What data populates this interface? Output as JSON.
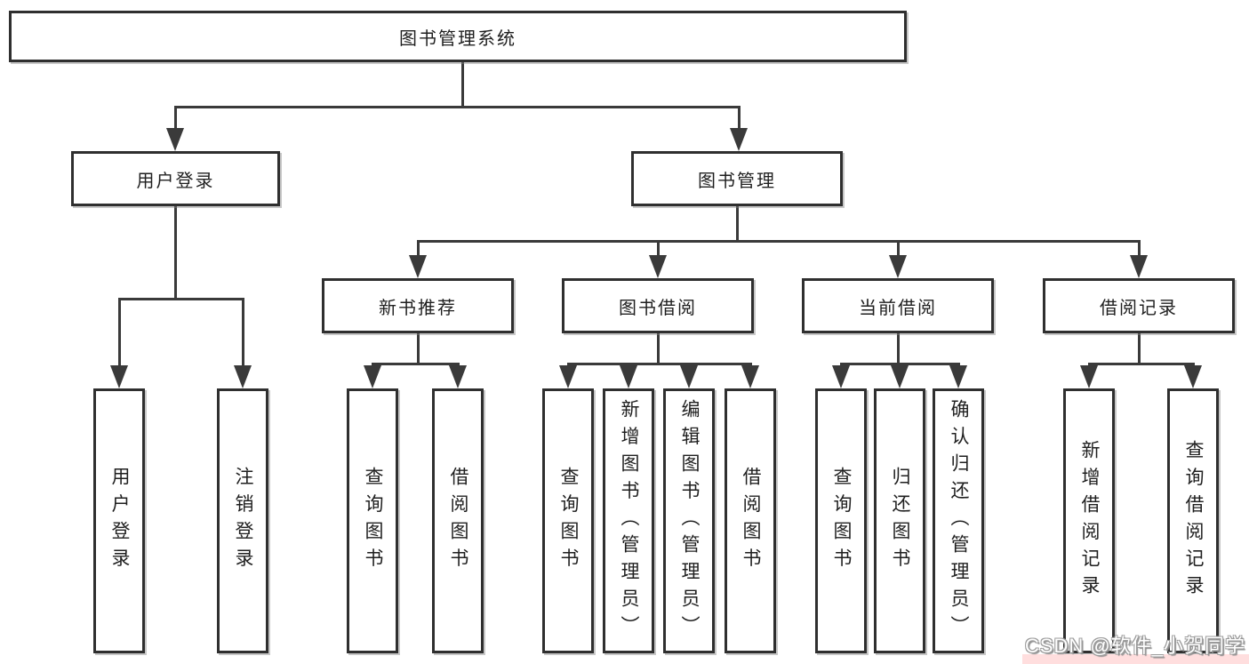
{
  "diagram": {
    "title": "图书管理系统",
    "ink_color": "#3a3a3a",
    "box_border_color": "#2f2f2f",
    "nodes": [
      {
        "id": "root",
        "label": "图书管理系统",
        "orientation": "horizontal"
      },
      {
        "id": "user-login-branch",
        "label": "用户登录",
        "orientation": "horizontal"
      },
      {
        "id": "book-mgmt",
        "label": "图书管理",
        "orientation": "horizontal"
      },
      {
        "id": "new-book-rec",
        "label": "新书推荐",
        "orientation": "horizontal"
      },
      {
        "id": "book-borrow",
        "label": "图书借阅",
        "orientation": "horizontal"
      },
      {
        "id": "current-borrow",
        "label": "当前借阅",
        "orientation": "horizontal"
      },
      {
        "id": "borrow-records",
        "label": "借阅记录",
        "orientation": "horizontal"
      },
      {
        "id": "leaf-user-login",
        "label": "用户登录",
        "orientation": "vertical"
      },
      {
        "id": "leaf-logout",
        "label": "注销登录",
        "orientation": "vertical"
      },
      {
        "id": "leaf-query-book-1",
        "label": "查询图书",
        "orientation": "vertical"
      },
      {
        "id": "leaf-borrow-book-1",
        "label": "借阅图书",
        "orientation": "vertical"
      },
      {
        "id": "leaf-query-book-2",
        "label": "查询图书",
        "orientation": "vertical"
      },
      {
        "id": "leaf-add-book",
        "label": "新增图书（管理员）",
        "orientation": "vertical"
      },
      {
        "id": "leaf-edit-book",
        "label": "编辑图书（管理员）",
        "orientation": "vertical"
      },
      {
        "id": "leaf-borrow-book-2",
        "label": "借阅图书",
        "orientation": "vertical"
      },
      {
        "id": "leaf-query-book-3",
        "label": "查询图书",
        "orientation": "vertical"
      },
      {
        "id": "leaf-return-book",
        "label": "归还图书",
        "orientation": "vertical"
      },
      {
        "id": "leaf-confirm-return",
        "label": "确认归还（管理员）",
        "orientation": "vertical"
      },
      {
        "id": "leaf-add-record",
        "label": "新增借阅记录",
        "orientation": "vertical"
      },
      {
        "id": "leaf-query-record",
        "label": "查询借阅记录",
        "orientation": "vertical"
      }
    ],
    "edges": [
      {
        "from": "root",
        "to": "user-login-branch"
      },
      {
        "from": "root",
        "to": "book-mgmt"
      },
      {
        "from": "user-login-branch",
        "to": "leaf-user-login"
      },
      {
        "from": "user-login-branch",
        "to": "leaf-logout"
      },
      {
        "from": "book-mgmt",
        "to": "new-book-rec"
      },
      {
        "from": "book-mgmt",
        "to": "book-borrow"
      },
      {
        "from": "book-mgmt",
        "to": "current-borrow"
      },
      {
        "from": "book-mgmt",
        "to": "borrow-records"
      },
      {
        "from": "new-book-rec",
        "to": "leaf-query-book-1"
      },
      {
        "from": "new-book-rec",
        "to": "leaf-borrow-book-1"
      },
      {
        "from": "book-borrow",
        "to": "leaf-query-book-2"
      },
      {
        "from": "book-borrow",
        "to": "leaf-add-book"
      },
      {
        "from": "book-borrow",
        "to": "leaf-edit-book"
      },
      {
        "from": "book-borrow",
        "to": "leaf-borrow-book-2"
      },
      {
        "from": "current-borrow",
        "to": "leaf-query-book-3"
      },
      {
        "from": "current-borrow",
        "to": "leaf-return-book"
      },
      {
        "from": "current-borrow",
        "to": "leaf-confirm-return"
      },
      {
        "from": "borrow-records",
        "to": "leaf-add-record"
      },
      {
        "from": "borrow-records",
        "to": "leaf-query-record"
      }
    ]
  },
  "watermark": {
    "text": "CSDN @软件_小贺同学",
    "text_color": "#ffffff",
    "outline_color": "#9b9b9b",
    "strip_color": "#ffdede"
  }
}
